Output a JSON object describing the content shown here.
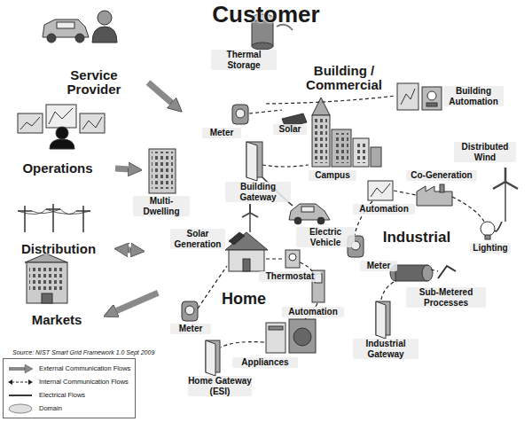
{
  "diagram": {
    "nodes": [
      {
        "text": [
          "Customer"
        ]
      },
      {
        "text": [
          "Service Provider"
        ]
      },
      {
        "text": [
          "Operations"
        ]
      },
      {
        "text": [
          "Distribution"
        ]
      },
      {
        "text": [
          "Markets"
        ]
      },
      {
        "text": [
          "Building / Commercial"
        ],
        "in": 0
      },
      {
        "text": [
          "Industrial"
        ],
        "in": 0
      },
      {
        "text": [
          "Home"
        ],
        "in": 0
      }
    ],
    "edges": [
      {
        "from": 1,
        "to": 0,
        "arrow": "to"
      },
      {
        "from": 2,
        "to": 0,
        "arrow": "to"
      },
      {
        "from": 3,
        "to": 0,
        "arrow": "both"
      },
      {
        "from": 0,
        "to": 4,
        "arrow": "to"
      }
    ],
    "labels": [
      "Thermal Storage",
      "Meter",
      "Solar",
      "Campus",
      "Building Automation",
      "Multi-Dwelling",
      "Building Gateway",
      "Distributed Wind",
      "Co-Generation",
      "Electric Vehicle",
      "Automation",
      "Solar Generation",
      "Thermostat",
      "Meter",
      "Lighting",
      "Automation",
      "Meter",
      "Sub-Metered Processes",
      "Appliances",
      "Industrial Gateway",
      "Home Gateway (ESI)",
      "Source: NIST Smart Grid Framework 1.0 Sept 2009"
    ],
    "legend": [
      {
        "text": "External Communication Flows"
      },
      {
        "text": "Internal Communication Flows"
      },
      {
        "text": "Electrical Flows"
      },
      {
        "text": "Domain"
      }
    ]
  }
}
